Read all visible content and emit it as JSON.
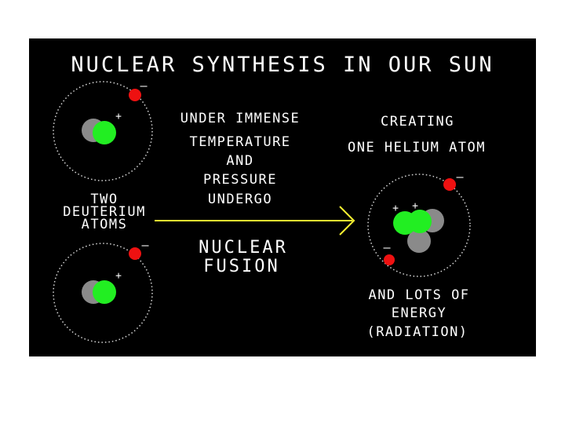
{
  "title": "NUCLEAR SYNTHESIS IN OUR SUN",
  "labels": {
    "under_immense": "UNDER IMMENSE",
    "temperature": "TEMPERATURE",
    "and": "AND",
    "pressure": "PRESSURE",
    "undergo": "UNDERGO",
    "creating": "CREATING",
    "one_helium_atom": "ONE HELIUM ATOM",
    "two": "TWO",
    "deuterium": "DEUTERIUM",
    "atoms": "ATOMS",
    "nuclear": "NUCLEAR",
    "fusion": "FUSION",
    "and_lots_of": "AND LOTS OF",
    "energy": "ENERGY",
    "radiation": "(RADIATION)"
  },
  "charges": {
    "plus": "+",
    "minus": "–"
  },
  "colors": {
    "background": "#000000",
    "proton": "#22ee22",
    "neutron": "#8a8a8a",
    "electron": "#ee1111",
    "arrow": "#f5f032",
    "text": "#ffffff"
  }
}
